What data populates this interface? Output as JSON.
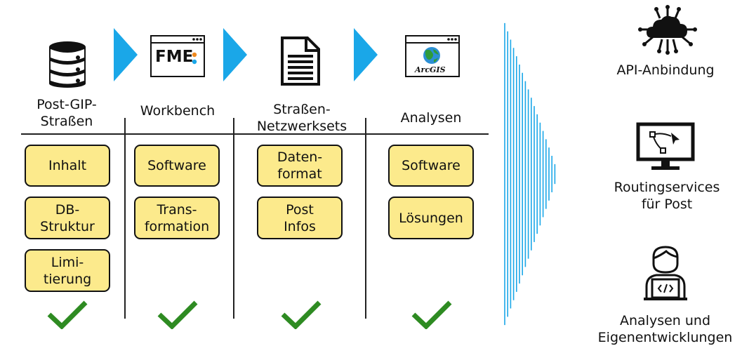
{
  "columns": [
    {
      "title": "Post-GIP-\nStraßen",
      "icon": "database-icon",
      "items": [
        "Inhalt",
        "DB-\nStruktur",
        "Limi-\ntierung"
      ]
    },
    {
      "title": "Workbench",
      "icon": "fme-window-icon",
      "logo_text": "FME",
      "items": [
        "Software",
        "Trans-\nformation"
      ]
    },
    {
      "title": "Straßen-\nNetzwerksets",
      "icon": "document-icon",
      "items": [
        "Daten-\nformat",
        "Post\nInfos"
      ]
    },
    {
      "title": "Analysen",
      "icon": "arcgis-window-icon",
      "logo_text": "ArcGIS",
      "items": [
        "Software",
        "Lösungen"
      ]
    }
  ],
  "outcomes": [
    {
      "label": "API-Anbindung",
      "icon": "cloud-network-icon"
    },
    {
      "label": "Routingservices\nfür Post",
      "icon": "monitor-route-icon"
    },
    {
      "label": "Analysen und\nEigenentwicklungen",
      "icon": "developer-icon"
    }
  ],
  "colors": {
    "pill_fill": "#fcea8c",
    "arrow": "#1aa7e8",
    "check": "#2e8b22",
    "stripes": "#1aa7e8"
  }
}
